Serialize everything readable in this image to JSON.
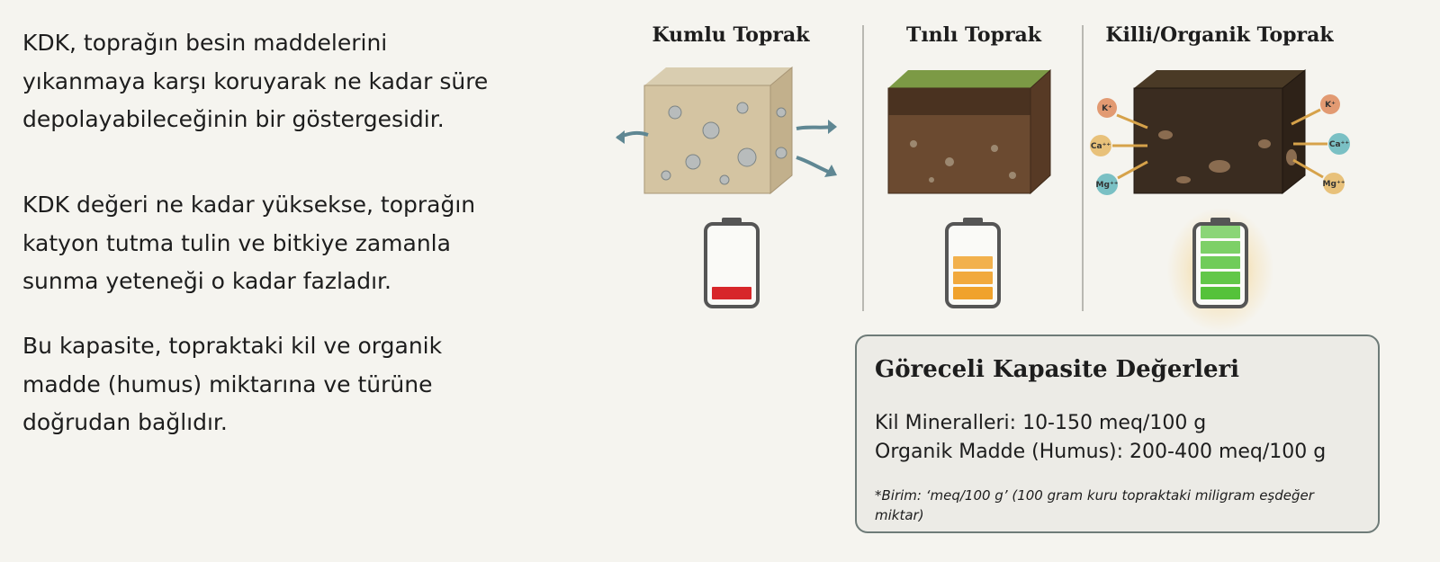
{
  "paragraphs": [
    {
      "lines": [
        "KDK, toprağın besin maddelerini",
        "yıkanmaya karşı koruyarak ne kadar süre",
        "depolayabileceğinin bir göstergesidir."
      ]
    },
    {
      "lines": [
        "KDK değeri ne kadar yüksekse, toprağın",
        "katyon tutma tulin ve bitkiye zamanla",
        "sunma yeteneği o kadar fazladır."
      ]
    },
    {
      "lines": [
        "Bu kapasite, topraktaki kil ve organik",
        "madde (humus) miktarına ve türüne",
        "doğrudan bağlıdır."
      ]
    }
  ],
  "soils": [
    {
      "title": "Kumlu Toprak",
      "battery_level": 0.15,
      "battery_color": "#d7262a"
    },
    {
      "title": "Tınlı Toprak",
      "battery_level": 0.6,
      "battery_color": "#f0a22c"
    },
    {
      "title": "Killi/Organik Toprak",
      "battery_level": 1.0,
      "battery_color": "#55c23a"
    }
  ],
  "ions": [
    "K⁺",
    "Ca⁺⁺",
    "Mg⁺⁺"
  ],
  "box": {
    "title": "Göreceli Kapasite Değerleri",
    "clay": "Kil Mineralleri: 10-150 meq/100 g",
    "organic": "Organik Madde (Humus): 200-400 meq/100 g",
    "note": "*Birim: ‘meq/100 g’ (100 gram kuru topraktaki miligram eşdeğer miktar)"
  }
}
